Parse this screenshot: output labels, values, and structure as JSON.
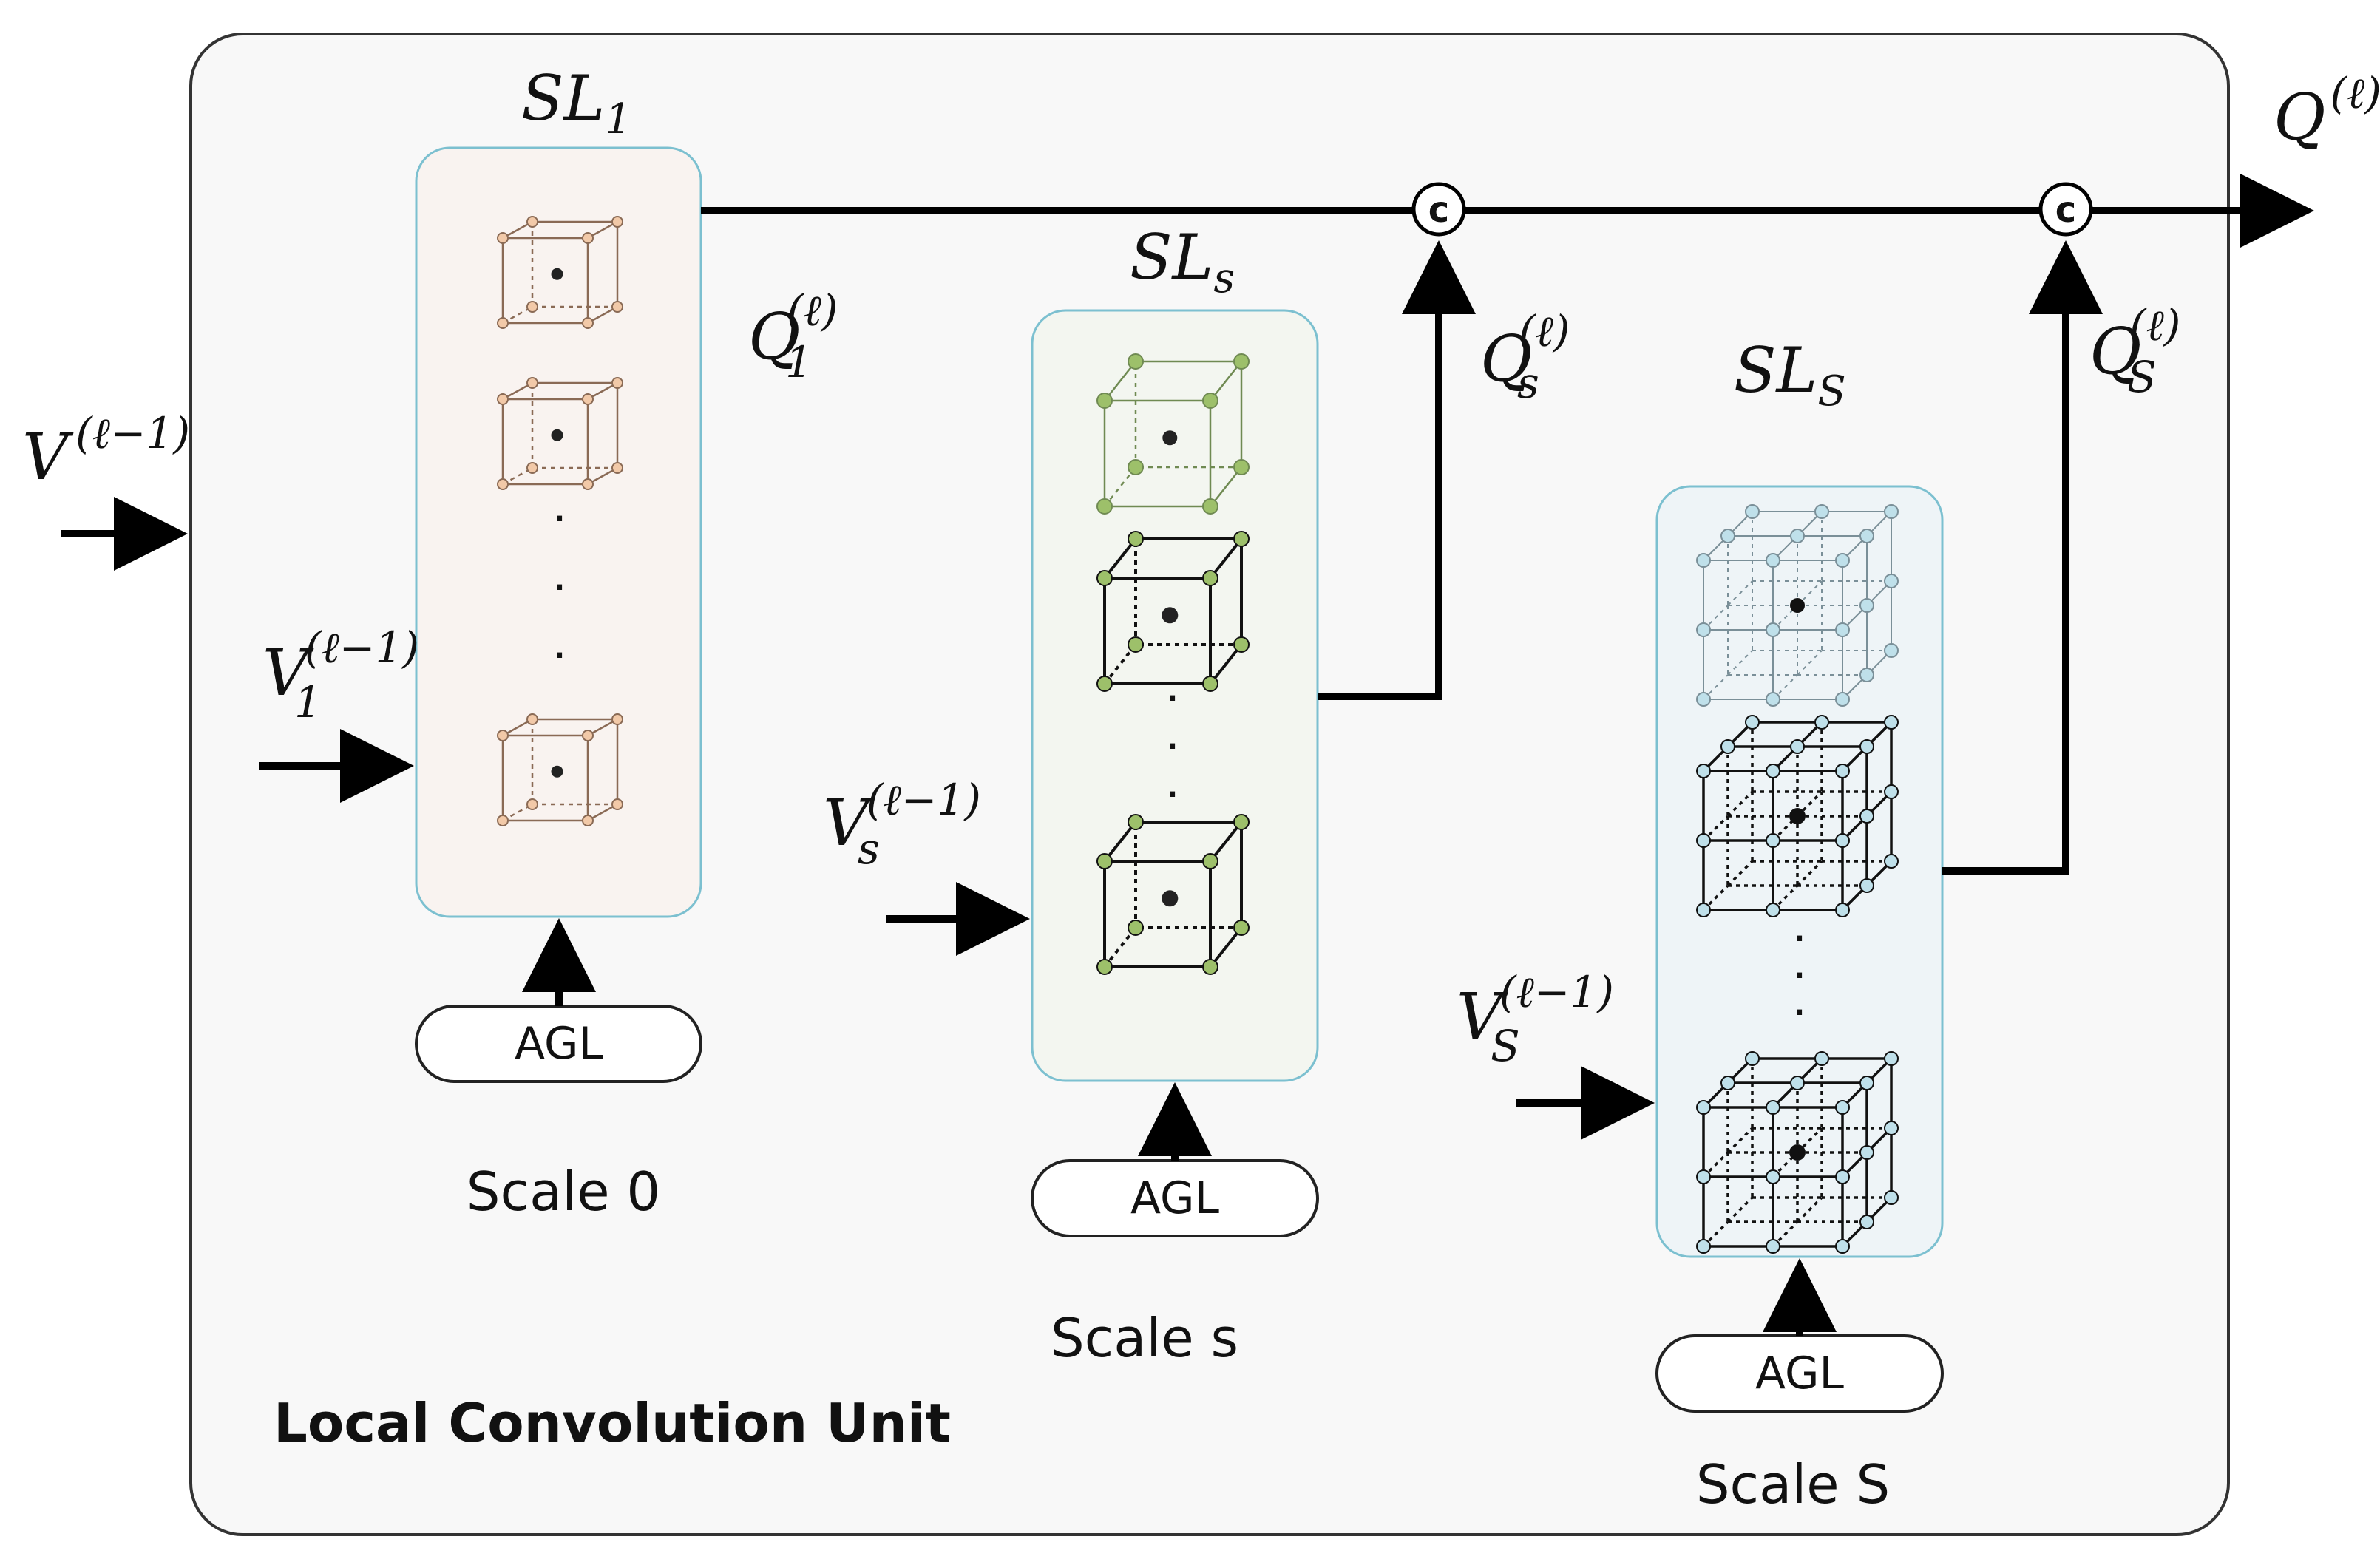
{
  "unit_title": "Local Convolution Unit",
  "input_label": {
    "base": "V",
    "sup": "(ℓ−1)"
  },
  "output_label": {
    "base": "Q",
    "sup": "(ℓ)"
  },
  "concat_symbol": "c",
  "scales": [
    {
      "id": "scale-0",
      "title": {
        "base": "SL",
        "sub": "1"
      },
      "input": {
        "base": "V",
        "sub": "1",
        "sup": "(ℓ−1)"
      },
      "output": {
        "base": "Q",
        "sub": "1",
        "sup": "(ℓ)"
      },
      "module": "AGL",
      "caption": "Scale 0",
      "ellipsis": "·"
    },
    {
      "id": "scale-s",
      "title": {
        "base": "SL",
        "sub": "s"
      },
      "input": {
        "base": "V",
        "sub": "s",
        "sup": "(ℓ−1)"
      },
      "output": {
        "base": "Q",
        "sub": "s",
        "sup": "(ℓ)"
      },
      "module": "AGL",
      "caption": "Scale s",
      "ellipsis": "·"
    },
    {
      "id": "scale-S",
      "title": {
        "base": "SL",
        "sub": "S"
      },
      "input": {
        "base": "V",
        "sub": "S",
        "sup": "(ℓ−1)"
      },
      "output": {
        "base": "Q",
        "sub": "S",
        "sup": "(ℓ)"
      },
      "module": "AGL",
      "caption": "Scale S",
      "ellipsis": "·"
    }
  ],
  "colors": {
    "outer_fill": "#f8f8f8",
    "outer_stroke": "#333333",
    "panel_stroke": "#7cc0d0",
    "scale0_fill": "#f9f3f0",
    "scale0_node": "#f2c9a8",
    "scale0_edge": "#8a6a55",
    "scales_fill": "#f3f6f0",
    "scales_node": "#9dc06a",
    "scaleS_fill": "#eef4f7",
    "scaleS_node": "#bfe0ea"
  }
}
